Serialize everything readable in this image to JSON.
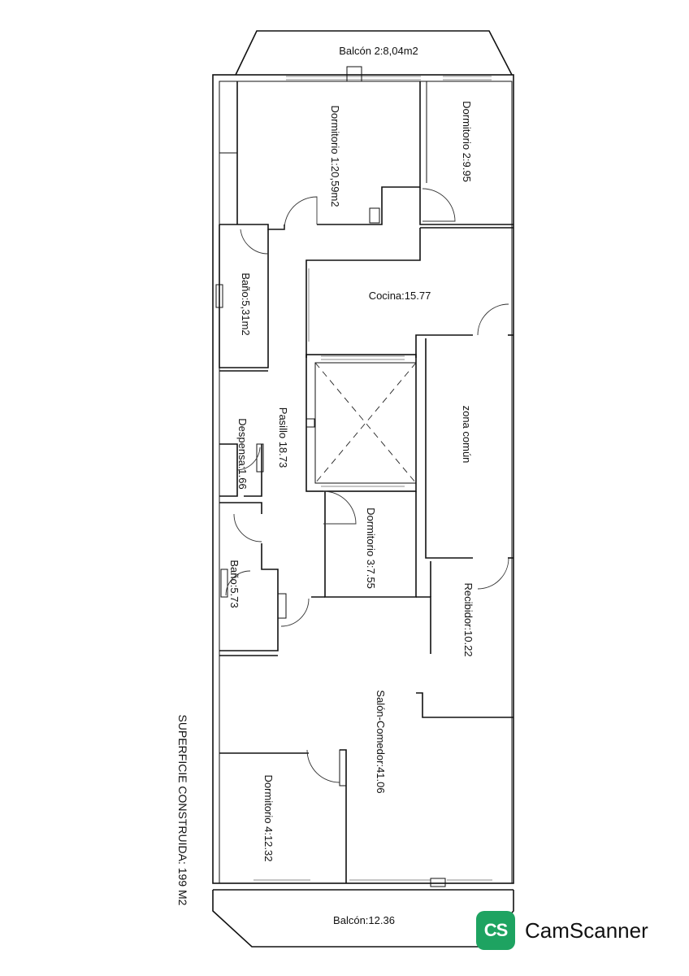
{
  "labels": {
    "balcon_top": "Balcón 2:8,04m2",
    "dormitorio1": "Dormitorio 1:20,59m2",
    "dormitorio2": "Dormitorio 2:9.95",
    "bano1": "Baño:5,31m2",
    "cocina": "Cocina:15.77",
    "pasillo": "Pasillo 18.73",
    "despensa": "Despensa:1.66",
    "zona_comun": "zona común",
    "dormitorio3": "Dormitorio 3:7.55",
    "bano2": "Baño:5.73",
    "recibidor": "Recibidor:10.22",
    "salon": "Salón-Comedor:41.06",
    "dormitorio4": "Dormitorio 4:12.32",
    "balcon_bottom": "Balcón:12.36",
    "superficie": "SUPERFICIE  CONSTRUIDA: 199 M2"
  },
  "watermark": {
    "icon_text": "CS",
    "brand": "CamScanner",
    "color": "#1ea361"
  }
}
